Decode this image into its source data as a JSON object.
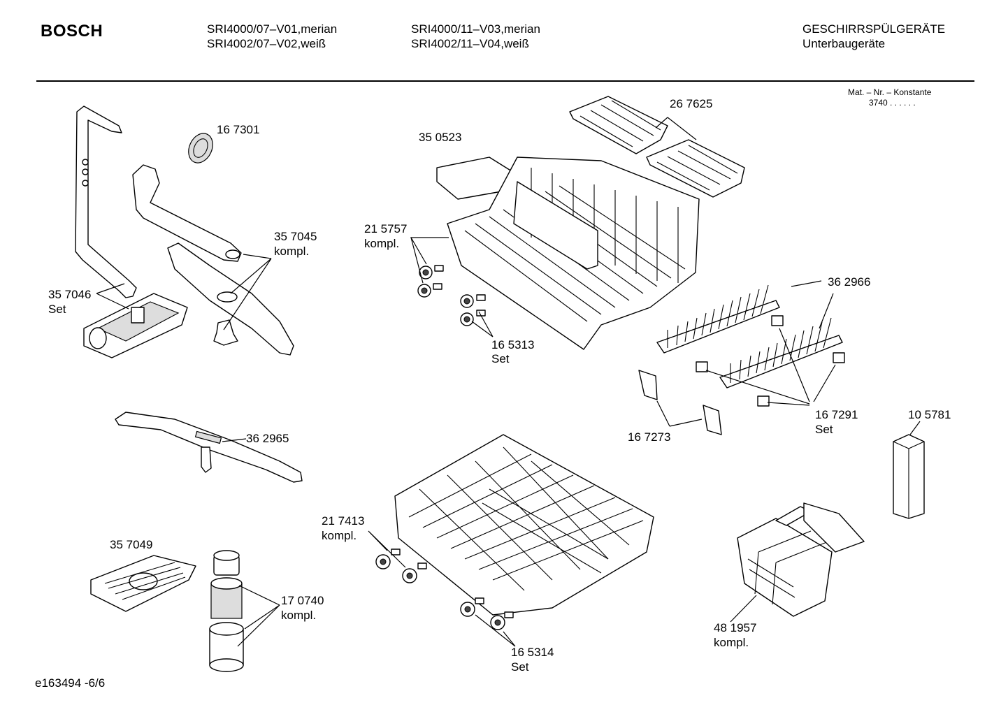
{
  "header": {
    "brand": "BOSCH",
    "models_col1": [
      "SRI4000/07–V01,merian",
      "SRI4002/07–V02,weiß"
    ],
    "models_col2": [
      "SRI4000/11–V03,merian",
      "SRI4002/11–V04,weiß"
    ],
    "category": [
      "GESCHIRRSPÜLGERÄTE",
      "Unterbaugeräte"
    ]
  },
  "mat_constant": {
    "label": "Mat. – Nr. – Konstante",
    "value": "3740  .  .  .  .  .  ."
  },
  "parts": [
    {
      "id": "p1",
      "number": "16 7301",
      "sub": ""
    },
    {
      "id": "p2",
      "number": "35 7045",
      "sub": "kompl."
    },
    {
      "id": "p3",
      "number": "35 7046",
      "sub": "Set"
    },
    {
      "id": "p4",
      "number": "35 0523",
      "sub": ""
    },
    {
      "id": "p5",
      "number": "26 7625",
      "sub": ""
    },
    {
      "id": "p6",
      "number": "21 5757",
      "sub": "kompl."
    },
    {
      "id": "p7",
      "number": "16 5313",
      "sub": "Set"
    },
    {
      "id": "p8",
      "number": "36 2966",
      "sub": ""
    },
    {
      "id": "p9",
      "number": "16 7291",
      "sub": "Set"
    },
    {
      "id": "p10",
      "number": "16 7273",
      "sub": ""
    },
    {
      "id": "p11",
      "number": "10 5781",
      "sub": ""
    },
    {
      "id": "p12",
      "number": "36 2965",
      "sub": ""
    },
    {
      "id": "p13",
      "number": "21 7413",
      "sub": "kompl."
    },
    {
      "id": "p14",
      "number": "35 7049",
      "sub": ""
    },
    {
      "id": "p15",
      "number": "17 0740",
      "sub": "kompl."
    },
    {
      "id": "p16",
      "number": "16 5314",
      "sub": "Set"
    },
    {
      "id": "p17",
      "number": "48 1957",
      "sub": "kompl."
    }
  ],
  "footer": "e163494 -6/6"
}
